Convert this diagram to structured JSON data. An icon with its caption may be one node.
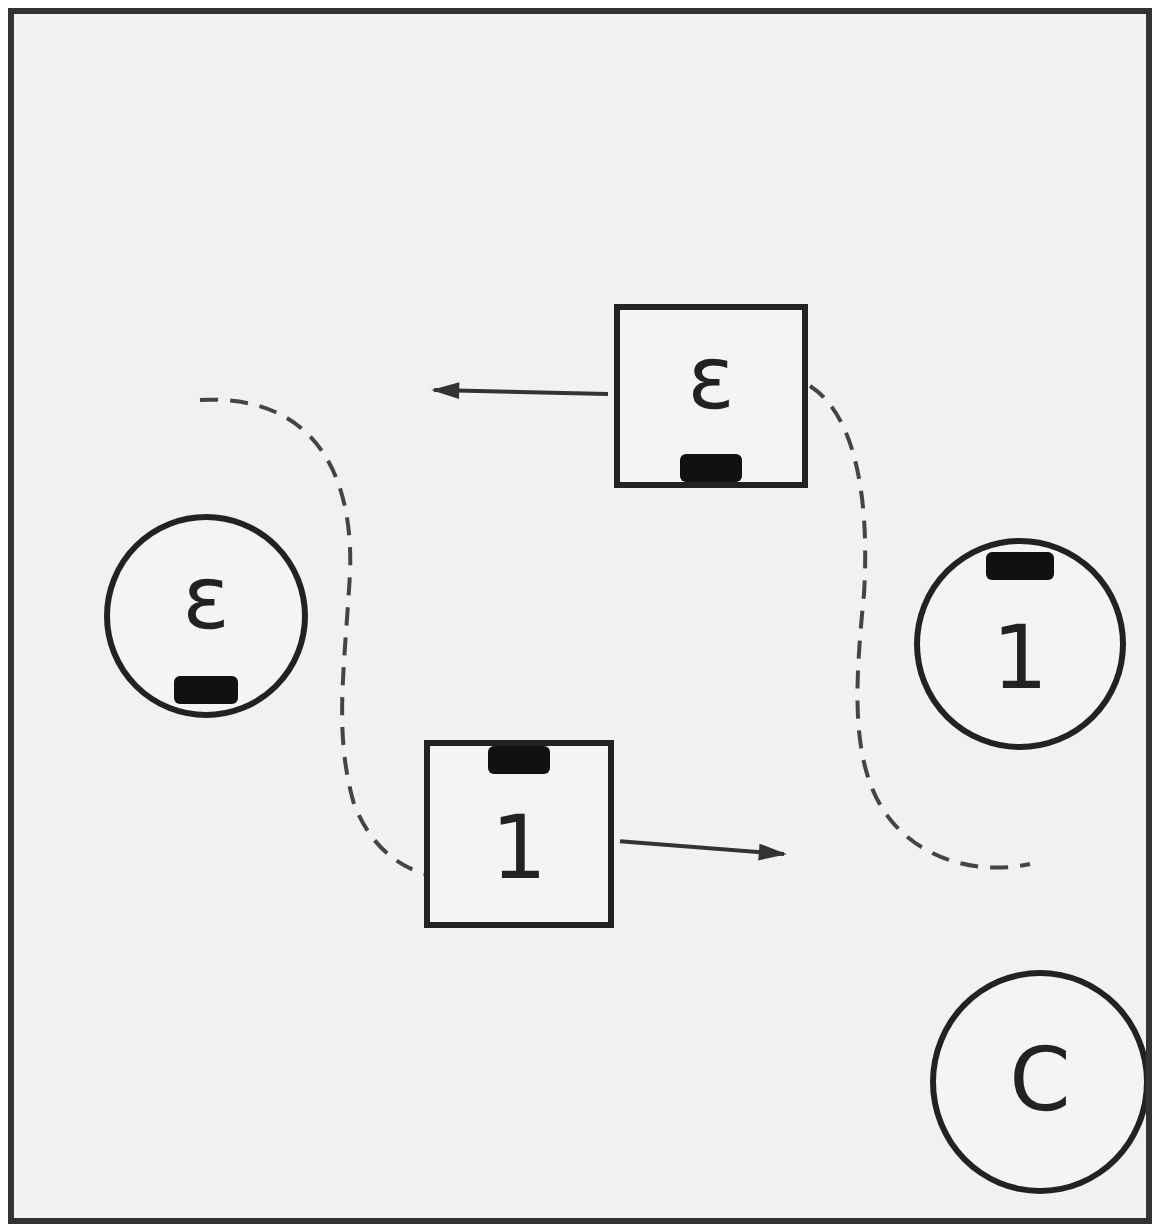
{
  "diagram": {
    "nodes": [
      {
        "text": [
          "ε"
        ]
      },
      {
        "text": [
          "ε"
        ]
      },
      {
        "text": [
          "1"
        ]
      },
      {
        "text": [
          "1"
        ]
      },
      {
        "text": [
          "C"
        ]
      }
    ],
    "edges": [
      {
        "from": 0,
        "to": null,
        "arrow": "to"
      },
      {
        "from": 3,
        "to": null,
        "arrow": "to"
      }
    ]
  }
}
